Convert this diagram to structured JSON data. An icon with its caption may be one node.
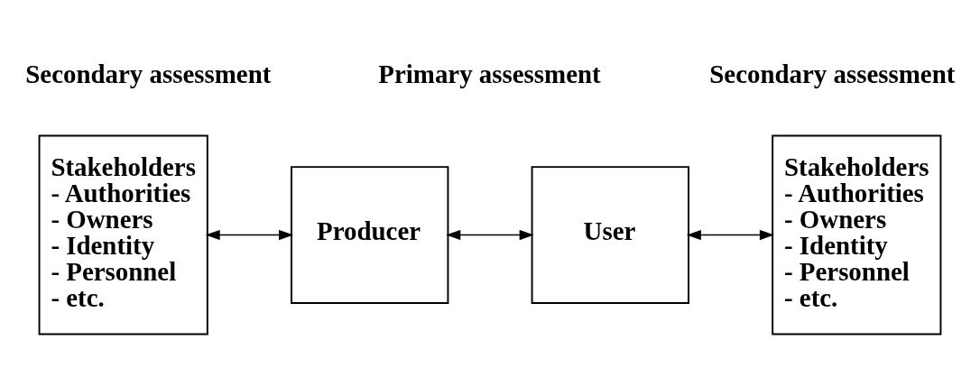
{
  "diagram": {
    "nodes": [
      {
        "text": [
          "Stakeholders",
          "- Authorities",
          "- Owners",
          "- Identity",
          "- Personnel",
          "- etc."
        ]
      },
      {
        "text": [
          "Producer"
        ]
      },
      {
        "text": [
          "User"
        ]
      },
      {
        "text": [
          "Stakeholders",
          "- Authorities",
          "- Owners",
          "- Identity",
          "- Personnel",
          "- etc."
        ]
      }
    ],
    "edges": [
      {
        "from": 0,
        "to": 1,
        "arrow": "both"
      },
      {
        "from": 1,
        "to": 2,
        "arrow": "both"
      },
      {
        "from": 2,
        "to": 3,
        "arrow": "both"
      }
    ],
    "labels": [
      "Primary assessment",
      "Secondary assessment",
      "Secondary assessment"
    ]
  }
}
